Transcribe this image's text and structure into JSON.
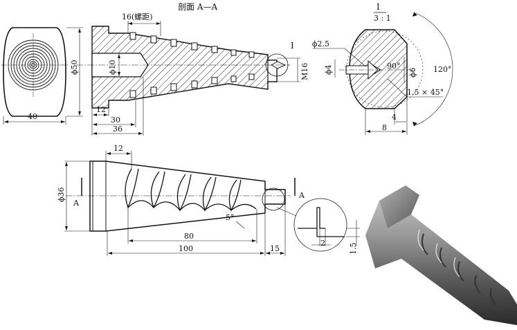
{
  "section_title": "剖面 A—A",
  "detail_title_top": "I",
  "detail_title_bottom": "3 : 1",
  "detail_marker": "I",
  "cut_label_left": "A",
  "cut_label_right": "A",
  "dimensions": {
    "front_width": "40",
    "front_height": "ϕ50",
    "section_hole": "ϕ10",
    "pitch": "16(螺距)",
    "section_12": "12",
    "section_30": "30",
    "section_36": "36",
    "thread_m16": "M16",
    "detail_d25": "ϕ2.5",
    "detail_d4": "ϕ4",
    "detail_d6": "ϕ6",
    "detail_angle90": "90°",
    "detail_chamfer": "1.5 × 45°",
    "detail_angle120": "120°",
    "detail_4": "4",
    "detail_8": "8",
    "main_12": "12",
    "main_d36": "ϕ36",
    "main_angle5": "5°",
    "main_80": "80",
    "main_100": "100",
    "main_15": "15",
    "groove_2": "2",
    "groove_15": "1.5"
  }
}
